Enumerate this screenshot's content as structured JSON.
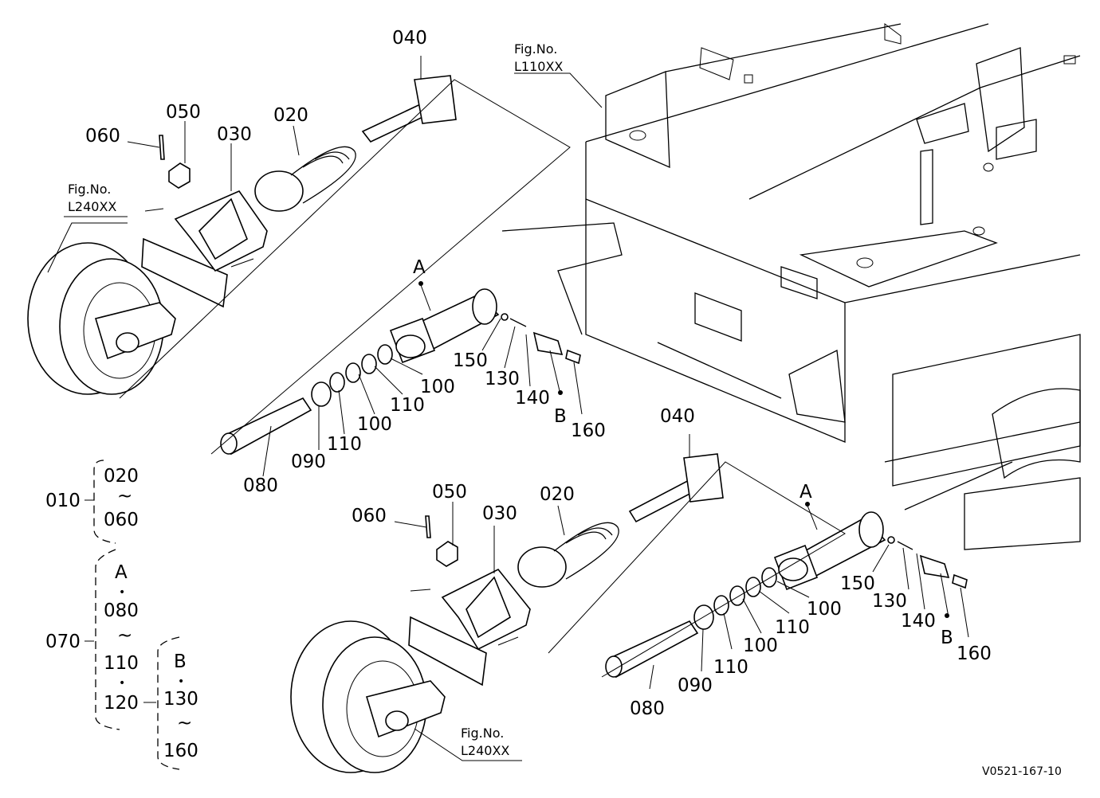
{
  "labels": {
    "u040": "040",
    "u050": "050",
    "u060": "060",
    "u030": "030",
    "u020": "020",
    "uA": "A",
    "u150": "150",
    "u130": "130",
    "u140": "140",
    "uB": "B",
    "u160": "160",
    "u100a": "100",
    "u110a": "110",
    "u100b": "100",
    "u110b": "110",
    "u090": "090",
    "u080": "080",
    "l040": "040",
    "l050": "050",
    "l060": "060",
    "l030": "030",
    "l020": "020",
    "lA": "A",
    "l150": "150",
    "l130": "130",
    "l140": "140",
    "lB": "B",
    "l160": "160",
    "l100a": "100",
    "l110a": "110",
    "l100b": "100",
    "l110b": "110",
    "l090": "090",
    "l080": "080"
  },
  "fig_refs": {
    "frame": {
      "fig": "Fig.No.",
      "code": "L110XX"
    },
    "idler_upper": {
      "fig": "Fig.No.",
      "code": "L240XX"
    },
    "idler_lower": {
      "fig": "Fig.No.",
      "code": "L240XX"
    }
  },
  "assembly_key": {
    "g010": {
      "num": "010",
      "from": "020",
      "sep": "~",
      "to": "060"
    },
    "g070": {
      "num": "070",
      "a": "A",
      "dot1": "•",
      "from": "080",
      "sep": "~",
      "to": "110",
      "dot2": "•",
      "last": "120"
    },
    "g120": {
      "b": "B",
      "dot": "•",
      "from": "130",
      "sep": "~",
      "to": "160"
    }
  },
  "drawing_id": "V0521-167-10"
}
